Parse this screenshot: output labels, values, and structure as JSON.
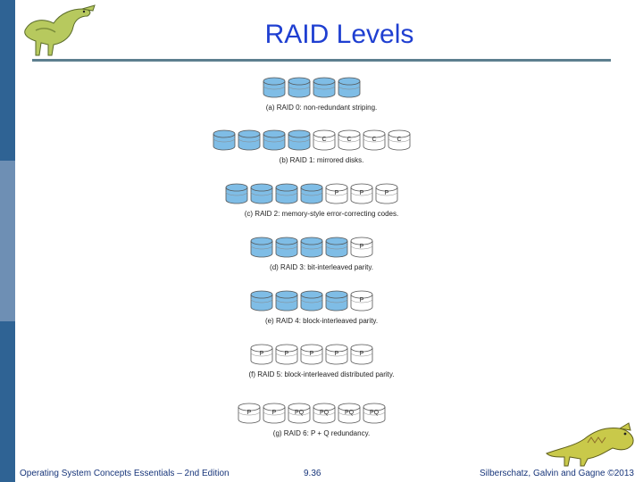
{
  "slide": {
    "title": "RAID Levels",
    "colors": {
      "title": "#1f3fd1",
      "sidebar_dark": "#2f6394",
      "sidebar_light": "#6e8fb4",
      "data_disk": "#7fbde6",
      "check_disk": "#ffffff"
    }
  },
  "raid_levels": [
    {
      "caption": "(a) RAID 0: non-redundant striping.",
      "disks": [
        "D",
        "D",
        "D",
        "D"
      ]
    },
    {
      "caption": "(b) RAID 1: mirrored disks.",
      "disks": [
        "D",
        "D",
        "D",
        "D",
        "C",
        "C",
        "C",
        "C"
      ]
    },
    {
      "caption": "(c) RAID 2: memory-style error-correcting codes.",
      "disks": [
        "D",
        "D",
        "D",
        "D",
        "P",
        "P",
        "P"
      ]
    },
    {
      "caption": "(d) RAID 3: bit-interleaved parity.",
      "disks": [
        "D",
        "D",
        "D",
        "D",
        "P"
      ]
    },
    {
      "caption": "(e) RAID 4: block-interleaved parity.",
      "disks": [
        "D",
        "D",
        "D",
        "D",
        "P"
      ]
    },
    {
      "caption": "(f) RAID 5: block-interleaved distributed parity.",
      "disks": [
        "P",
        "P",
        "P",
        "P",
        "P"
      ]
    },
    {
      "caption": "(g) RAID 6: P + Q redundancy.",
      "disks": [
        "P",
        "P",
        "PQ",
        "PQ",
        "PQ",
        "PQ"
      ]
    }
  ],
  "footer": {
    "left": "Operating System Concepts Essentials – 2nd Edition",
    "page": "9.36",
    "right": "Silberschatz, Galvin and Gagne ©2013"
  }
}
